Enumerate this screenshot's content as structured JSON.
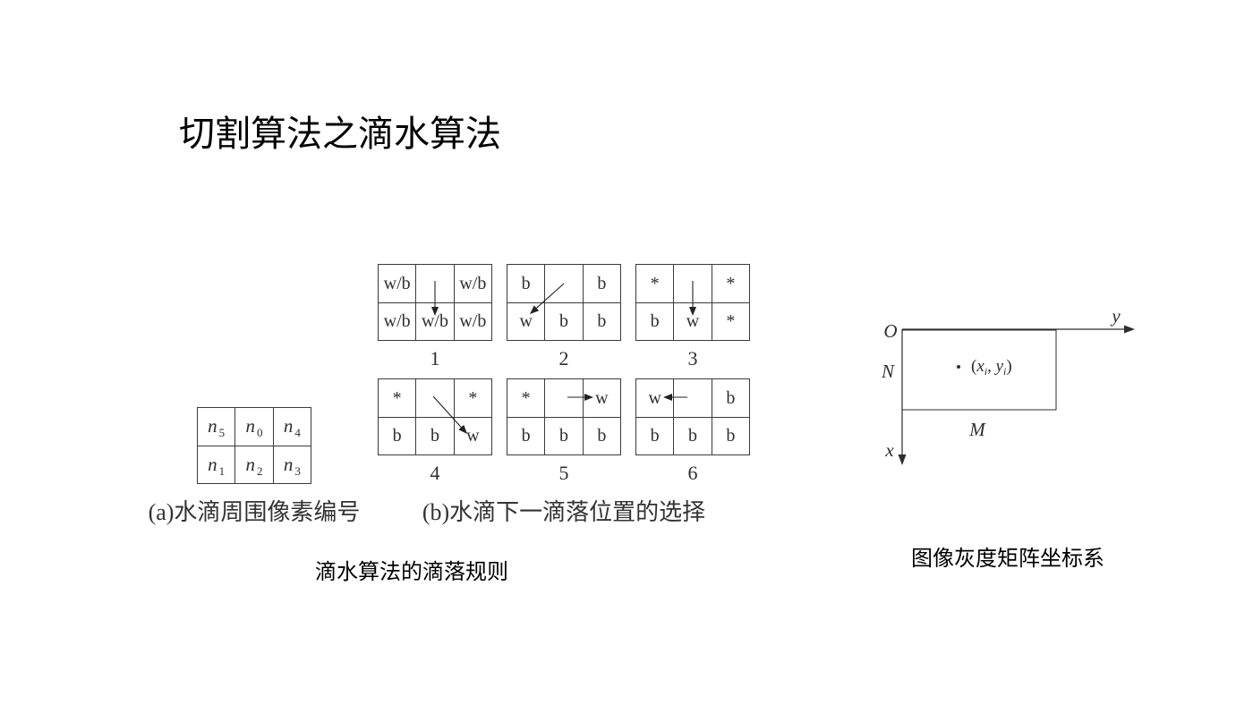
{
  "slide": {
    "title": "切割算法之滴水算法"
  },
  "figure_a": {
    "cells": [
      {
        "base": "n",
        "sub": "5"
      },
      {
        "base": "n",
        "sub": "0"
      },
      {
        "base": "n",
        "sub": "4"
      },
      {
        "base": "n",
        "sub": "1"
      },
      {
        "base": "n",
        "sub": "2"
      },
      {
        "base": "n",
        "sub": "3"
      }
    ],
    "caption": "(a)水滴周围像素编号"
  },
  "figure_b": {
    "grids": [
      {
        "label": "1",
        "cells": [
          "w/b",
          "",
          "w/b",
          "w/b",
          "w/b",
          "w/b"
        ],
        "arrow_icon": "arrow-down-icon"
      },
      {
        "label": "2",
        "cells": [
          "b",
          "",
          "b",
          "w",
          "b",
          "b"
        ],
        "arrow_icon": "arrow-down-left-icon"
      },
      {
        "label": "3",
        "cells": [
          "*",
          "",
          "*",
          "b",
          "w",
          "*"
        ],
        "arrow_icon": "arrow-down-icon"
      },
      {
        "label": "4",
        "cells": [
          "*",
          "",
          "*",
          "b",
          "b",
          "w"
        ],
        "arrow_icon": "arrow-down-right-icon"
      },
      {
        "label": "5",
        "cells": [
          "*",
          "",
          "w",
          "b",
          "b",
          "b"
        ],
        "arrow_icon": "arrow-right-icon"
      },
      {
        "label": "6",
        "cells": [
          "w",
          "",
          "b",
          "b",
          "b",
          "b"
        ],
        "arrow_icon": "arrow-left-icon"
      }
    ],
    "caption": "(b)水滴下一滴落位置的选择"
  },
  "drop_rules_caption": "滴水算法的滴落规则",
  "coordinate_figure": {
    "origin_label": "O",
    "y_axis_label": "y",
    "x_axis_label": "x",
    "left_side_label": "N",
    "bottom_side_label": "M",
    "point": {
      "open": "(",
      "x": "x",
      "x_sub": "i",
      "sep": ", ",
      "y": "y",
      "y_sub": "i",
      "close": ")"
    },
    "caption": "图像灰度矩阵坐标系"
  }
}
